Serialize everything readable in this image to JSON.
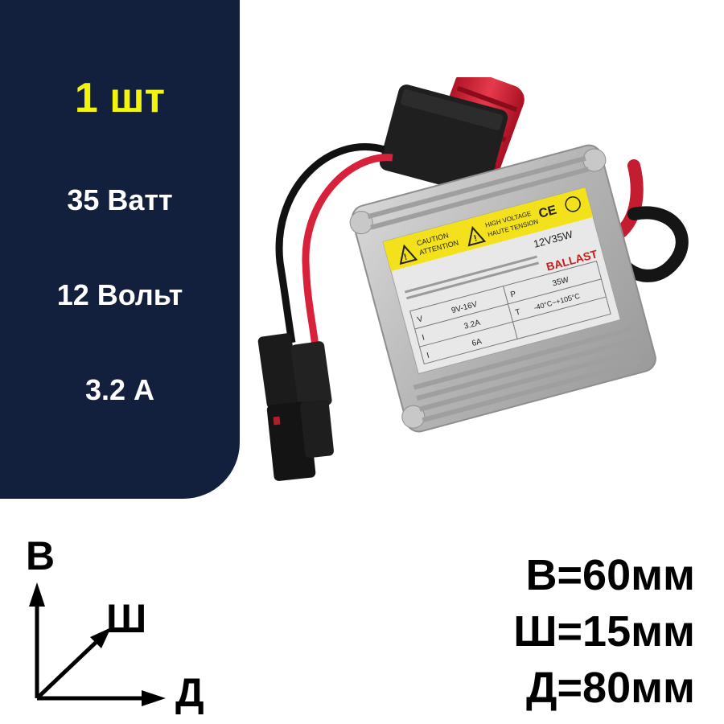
{
  "specs": {
    "quantity": "1 шт",
    "power": "35 Ватт",
    "voltage": "12 Вольт",
    "current": "3.2 А"
  },
  "product": {
    "label_caution": "CAUTION",
    "label_attention": "ATTENTION",
    "label_high_voltage": "HIGH VOLTAGE",
    "label_haute_tension": "HAUTE TENSION",
    "model": "12V35W",
    "ballast": "BALLAST",
    "spec_vin": "9V-16V",
    "spec_pout": "35W",
    "spec_inom": "3.2A",
    "spec_tcase": "-40°C~+105°C",
    "spec_iin": "6A",
    "mark_ce": "CE"
  },
  "axes": {
    "height_label": "В",
    "width_label": "Ш",
    "length_label": "Д"
  },
  "dimensions": {
    "height": "В=60мм",
    "width": "Ш=15мм",
    "length": "Д=80мм"
  },
  "colors": {
    "panel": "#13203d",
    "quantity_text": "#f2f50a",
    "spec_text": "#ffffff",
    "connector_red": "#d9273a"
  }
}
